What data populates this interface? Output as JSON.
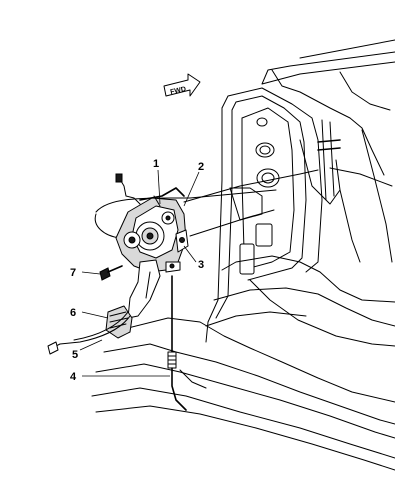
{
  "diagram": {
    "fwd_label": "FWD",
    "callouts": {
      "c1": "1",
      "c2": "2",
      "c3": "3",
      "c4": "4",
      "c5": "5",
      "c6": "6",
      "c7": "7"
    }
  }
}
